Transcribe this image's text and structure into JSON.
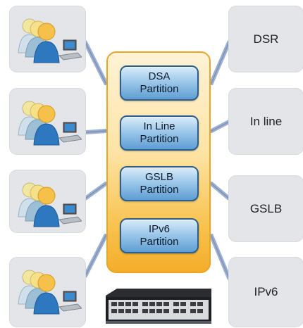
{
  "partitions": [
    {
      "line1": "DSA",
      "line2": "Partition"
    },
    {
      "line1": "In Line",
      "line2": "Partition"
    },
    {
      "line1": "GSLB",
      "line2": "Partition"
    },
    {
      "line1": "IPv6",
      "line2": "Partition"
    }
  ],
  "targets": [
    "DSR",
    "In line",
    "GSLB",
    "IPv6"
  ],
  "icons": {
    "users": "user-group-with-computer-icon",
    "device": "network-appliance-icon"
  },
  "colors": {
    "panel": "#e3e5e9",
    "hub": "#f8c24d",
    "partition": "#9dc8ea",
    "connector": "#9db0cf"
  }
}
